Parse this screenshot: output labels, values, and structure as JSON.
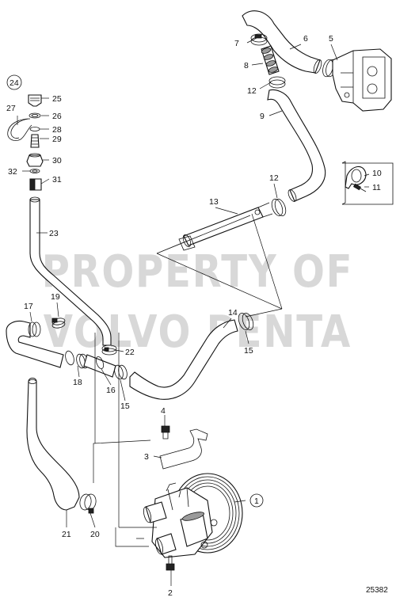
{
  "watermark": {
    "line1": "PROPERTY OF",
    "line2": "VOLVO PENTA"
  },
  "drawing_number": "25382",
  "callouts": {
    "c1": "1",
    "c2": "2",
    "c3": "3",
    "c4": "4",
    "c5": "5",
    "c6": "6",
    "c7": "7",
    "c8": "8",
    "c9": "9",
    "c10": "10",
    "c11": "11",
    "c12a": "12",
    "c12b": "12",
    "c13": "13",
    "c14": "14",
    "c15a": "15",
    "c15b": "15",
    "c16": "16",
    "c17": "17",
    "c18": "18",
    "c19": "19",
    "c20": "20",
    "c21": "21",
    "c22": "22",
    "c23": "23",
    "c24": "24",
    "c25": "25",
    "c26": "26",
    "c27": "27",
    "c28": "28",
    "c29": "29",
    "c30": "30",
    "c31": "31",
    "c32": "32"
  }
}
